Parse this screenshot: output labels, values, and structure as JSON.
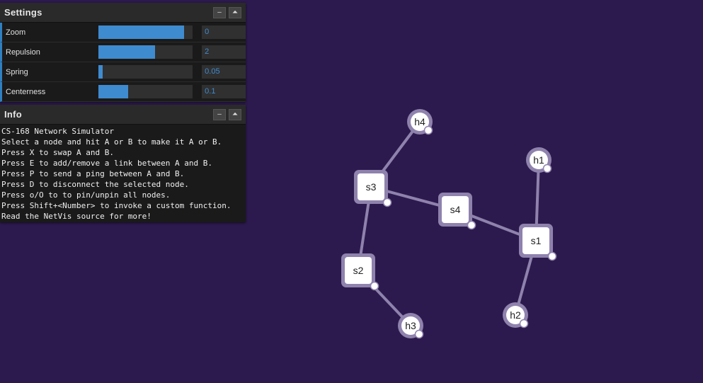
{
  "settings": {
    "title": "Settings",
    "minimize_label": "–",
    "toggle_label": "⏶",
    "rows": [
      {
        "label": "Zoom",
        "value": "0",
        "fill": 0.91
      },
      {
        "label": "Repulsion",
        "value": "2",
        "fill": 0.6
      },
      {
        "label": "Spring",
        "value": "0.05",
        "fill": 0.05
      },
      {
        "label": "Centerness",
        "value": "0.1",
        "fill": 0.32
      }
    ]
  },
  "info": {
    "title": "Info",
    "minimize_label": "–",
    "toggle_label": "⏶",
    "lines": [
      "CS-168 Network Simulator",
      "Select a node and hit A or B to make it A or B.",
      "Press X to swap A and B.",
      "Press E to add/remove a link between A and B.",
      "Press P to send a ping between A and B.",
      "Press D to disconnect the selected node.",
      "Press o/O to to pin/unpin all nodes.",
      "Press Shift+<Number> to invoke a custom function.",
      "Read the NetVis source for more!"
    ]
  },
  "graph": {
    "colors": {
      "background": "#2c1a4e",
      "link": "#8f82ad",
      "node_ring": "#8f82ad",
      "node_fill": "#ffffff"
    },
    "nodes": [
      {
        "id": "h4",
        "kind": "host"
      },
      {
        "id": "h1",
        "kind": "host"
      },
      {
        "id": "s3",
        "kind": "switch"
      },
      {
        "id": "s4",
        "kind": "switch"
      },
      {
        "id": "s1",
        "kind": "switch"
      },
      {
        "id": "s2",
        "kind": "switch"
      },
      {
        "id": "h2",
        "kind": "host"
      },
      {
        "id": "h3",
        "kind": "host"
      }
    ],
    "links": [
      [
        "h4",
        "s3"
      ],
      [
        "s3",
        "s4"
      ],
      [
        "s4",
        "s1"
      ],
      [
        "s3",
        "s2"
      ],
      [
        "s2",
        "h3"
      ],
      [
        "h1",
        "s1"
      ],
      [
        "s1",
        "h2"
      ]
    ]
  }
}
